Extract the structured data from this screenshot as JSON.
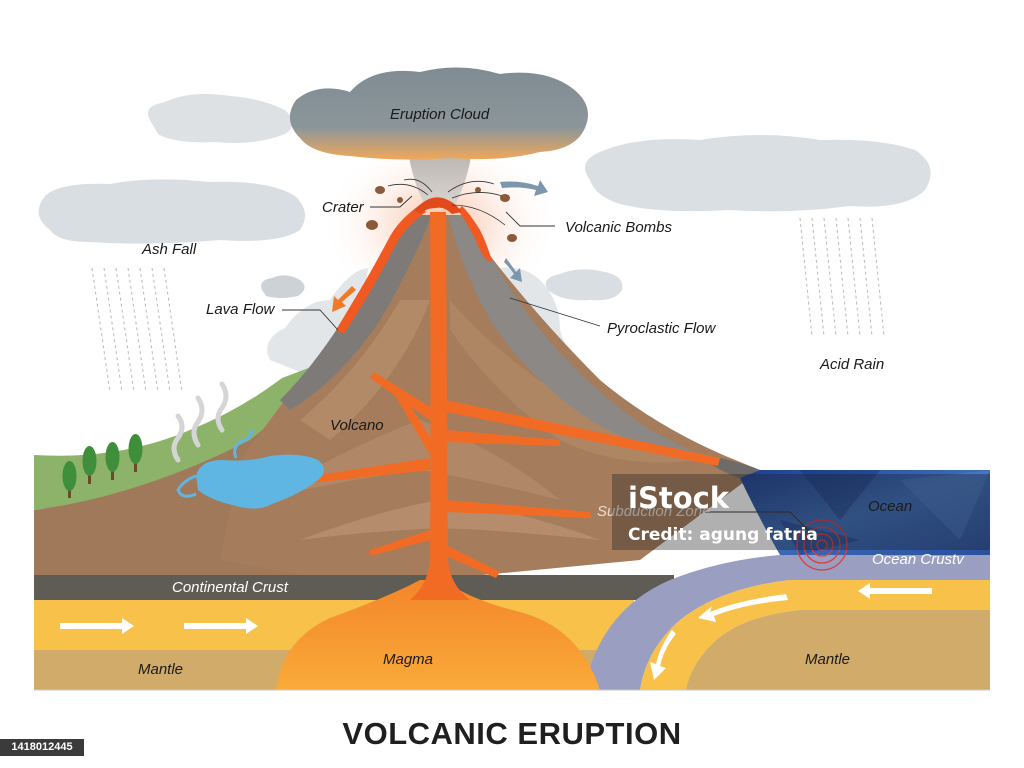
{
  "title": "VOLCANIC ERUPTION",
  "labels": {
    "eruption_cloud": "Eruption Cloud",
    "crater": "Crater",
    "volcanic_bombs": "Volcanic Bombs",
    "ash_fall": "Ash Fall",
    "lava_flow": "Lava Flow",
    "pyroclastic_flow": "Pyroclastic Flow",
    "acid_rain": "Acid Rain",
    "volcano": "Volcano",
    "subduction_zone": "Subduction Zone",
    "ocean": "Ocean",
    "ocean_crust": "Ocean Crustv",
    "continental_crust": "Continental Crust",
    "mantle_left": "Mantle",
    "magma": "Magma",
    "mantle_right": "Mantle"
  },
  "watermark": {
    "brand": "iStock",
    "credit": "Credit: agung fatria"
  },
  "stock_id": "1418012445",
  "colors": {
    "cloud": "#d9dee2",
    "eruption_cloud": "#8b969c",
    "magma": "#f7a131",
    "lava": "#f05a22",
    "crust": "#5f5b55",
    "mantle": "#d0ab6a",
    "ocean": "#2d5aa6",
    "grass": "#8fb56a",
    "lake": "#5fb6e3"
  }
}
